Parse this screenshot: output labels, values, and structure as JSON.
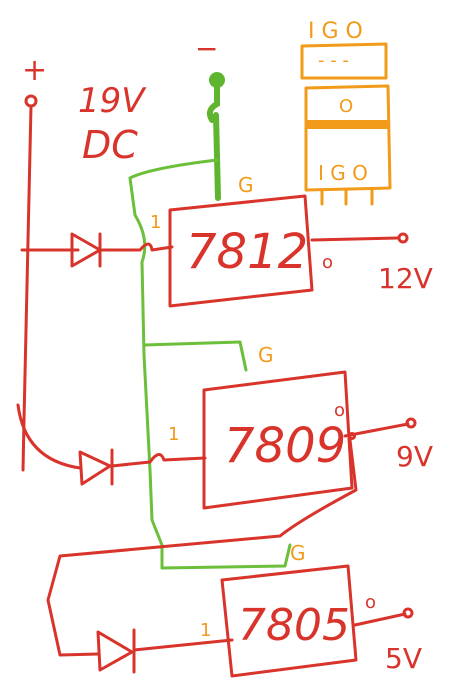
{
  "supply": {
    "plus_label": "+",
    "minus_label": "−",
    "voltage_line1": "19V",
    "voltage_line2": "DC"
  },
  "package": {
    "top_pins": "I G O",
    "top_dashes": "- - -",
    "tab_hole": "O",
    "bottom_pins": "I G O"
  },
  "regulators": [
    {
      "part": "7812",
      "in_pin": "1",
      "gnd_pin": "G",
      "out_pin": "o",
      "output": "12V"
    },
    {
      "part": "7809",
      "in_pin": "1",
      "gnd_pin": "G",
      "out_pin": "o",
      "output": "9V"
    },
    {
      "part": "7805",
      "in_pin": "1",
      "gnd_pin": "G",
      "out_pin": "o",
      "output": "5V"
    }
  ],
  "colors": {
    "wire_positive": "#d9342b",
    "wire_ground": "#6cbf3a",
    "pin_labels": "#f29a1a"
  }
}
